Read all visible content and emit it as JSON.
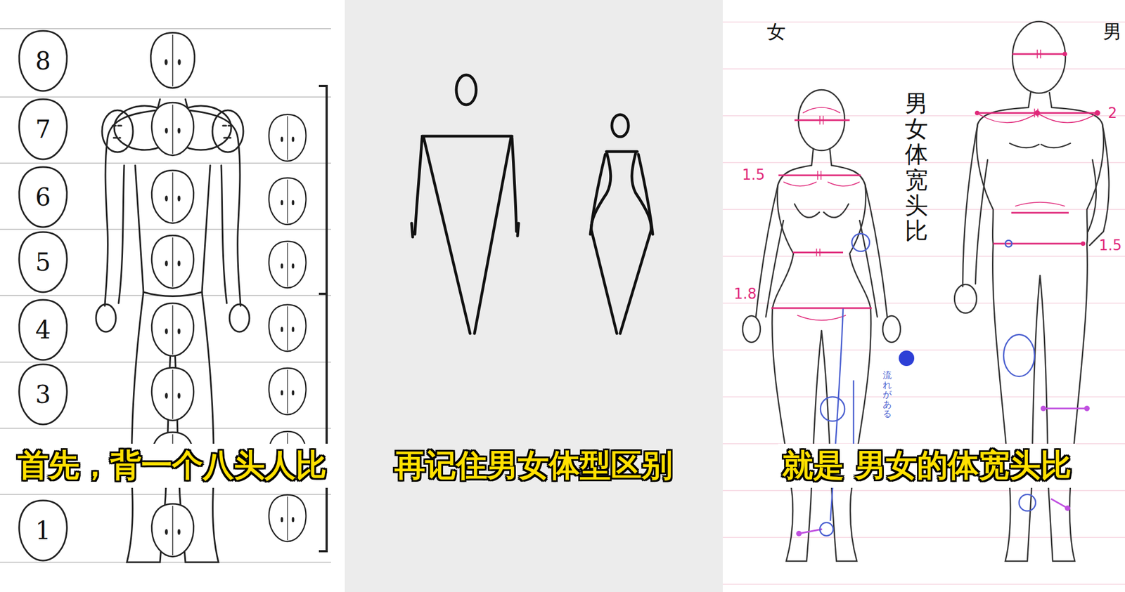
{
  "diagram": {
    "nodes": [
      {
        "text": [
          "8"
        ]
      },
      {
        "text": [
          "7"
        ]
      },
      {
        "text": [
          "6"
        ]
      },
      {
        "text": [
          "5"
        ]
      },
      {
        "text": [
          "4"
        ]
      },
      {
        "text": [
          "3"
        ]
      },
      {
        "text": [
          "1"
        ]
      }
    ],
    "labels": [
      "首先，背一个八头人比",
      "再记住男女体型区别",
      "就是 男女的体宽头比",
      "女",
      "男",
      "男女体宽头比",
      "1.5",
      "1.8",
      "2",
      "1.5",
      "流れがある"
    ]
  }
}
